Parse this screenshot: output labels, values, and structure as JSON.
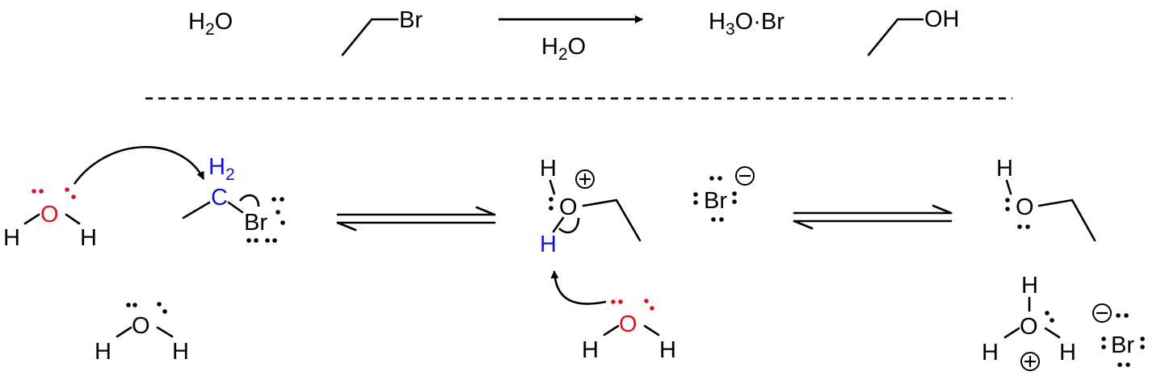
{
  "colors": {
    "text": "#000000",
    "oxygen_highlight": "#d9141a",
    "carbon_highlight": "#1414d9",
    "background": "#ffffff"
  },
  "overall_reaction": {
    "reactant_water": {
      "main": "H",
      "sub": "2",
      "rest": "O"
    },
    "reactant_bromide_label": "Br",
    "condition": {
      "main": "H",
      "sub": "2",
      "rest": "O"
    },
    "product_salt": {
      "main": "H",
      "sub": "3",
      "rest": "O·Br"
    },
    "product_alcohol_label": "OH"
  },
  "mechanism": {
    "step1": {
      "water_O": "O",
      "water_H_left": "H",
      "water_H_right": "H",
      "carbon": "C",
      "carbon_H": "H",
      "carbon_H_sub": "2",
      "bromine": "Br",
      "spectator_O": "O",
      "spectator_H_left": "H",
      "spectator_H_right": "H"
    },
    "step2": {
      "oxonium_H_top": "H",
      "oxonium_O": "O",
      "oxonium_H_bottom": "H",
      "bromide": "Br",
      "base_O": "O",
      "base_H_left": "H",
      "base_H_right": "H"
    },
    "step3": {
      "ethanol_H": "H",
      "ethanol_O": "O",
      "hydronium_O": "O",
      "hydronium_H_top": "H",
      "hydronium_H_left": "H",
      "hydronium_H_right": "H",
      "bromide": "Br"
    }
  }
}
